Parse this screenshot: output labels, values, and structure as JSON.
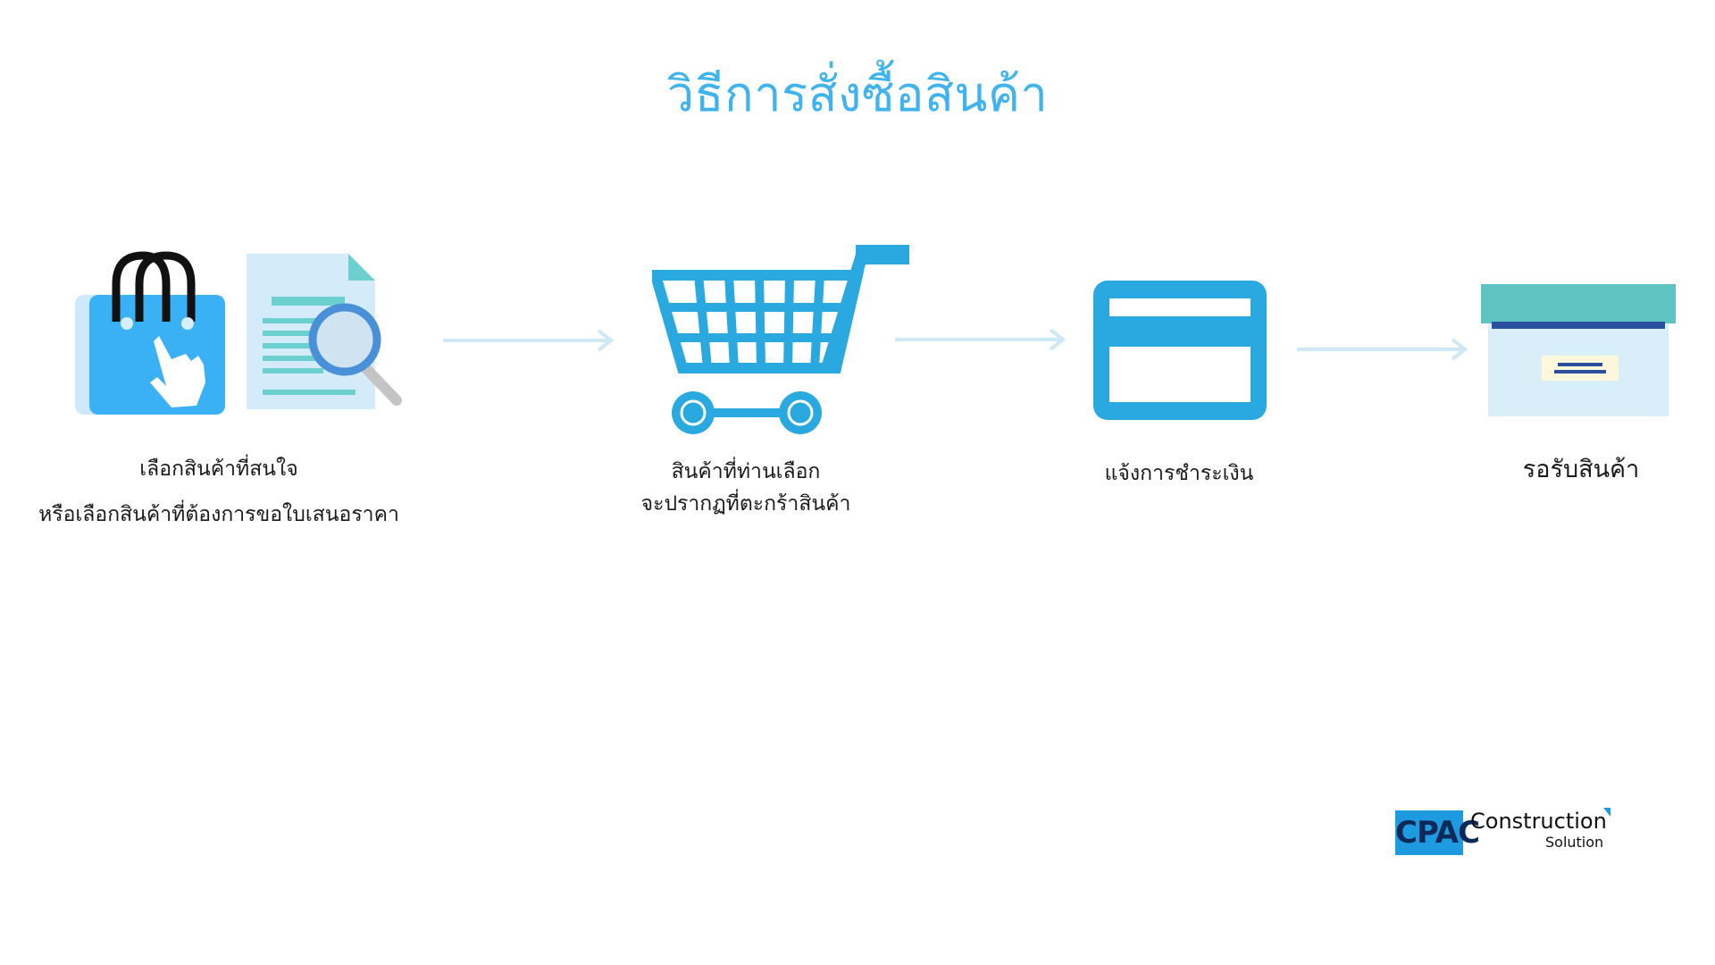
{
  "title": "วิธีการสั่งซื้อสินค้า",
  "steps": [
    {
      "icon": "shopping-bag-and-document-search-icon",
      "lines": [
        "เลือกสินค้าที่สนใจ",
        "หรือเลือกสินค้าที่ต้องการขอใบเสนอราคา"
      ]
    },
    {
      "icon": "shopping-cart-icon",
      "lines": [
        "สินค้าที่ท่านเลือก",
        "จะปรากฏที่ตะกร้าสินค้า"
      ]
    },
    {
      "icon": "credit-card-icon",
      "lines": [
        "แจ้งการชำระเงิน"
      ]
    },
    {
      "icon": "delivery-box-icon",
      "lines": [
        "รอรับสินค้า"
      ]
    }
  ],
  "logo": {
    "mark": "CPAC",
    "name": "Construction",
    "sub": "Solution"
  },
  "colors": {
    "accent": "#3fb3ee",
    "icon_blue": "#2aa8e0",
    "arrow": "#cfe8f5"
  }
}
